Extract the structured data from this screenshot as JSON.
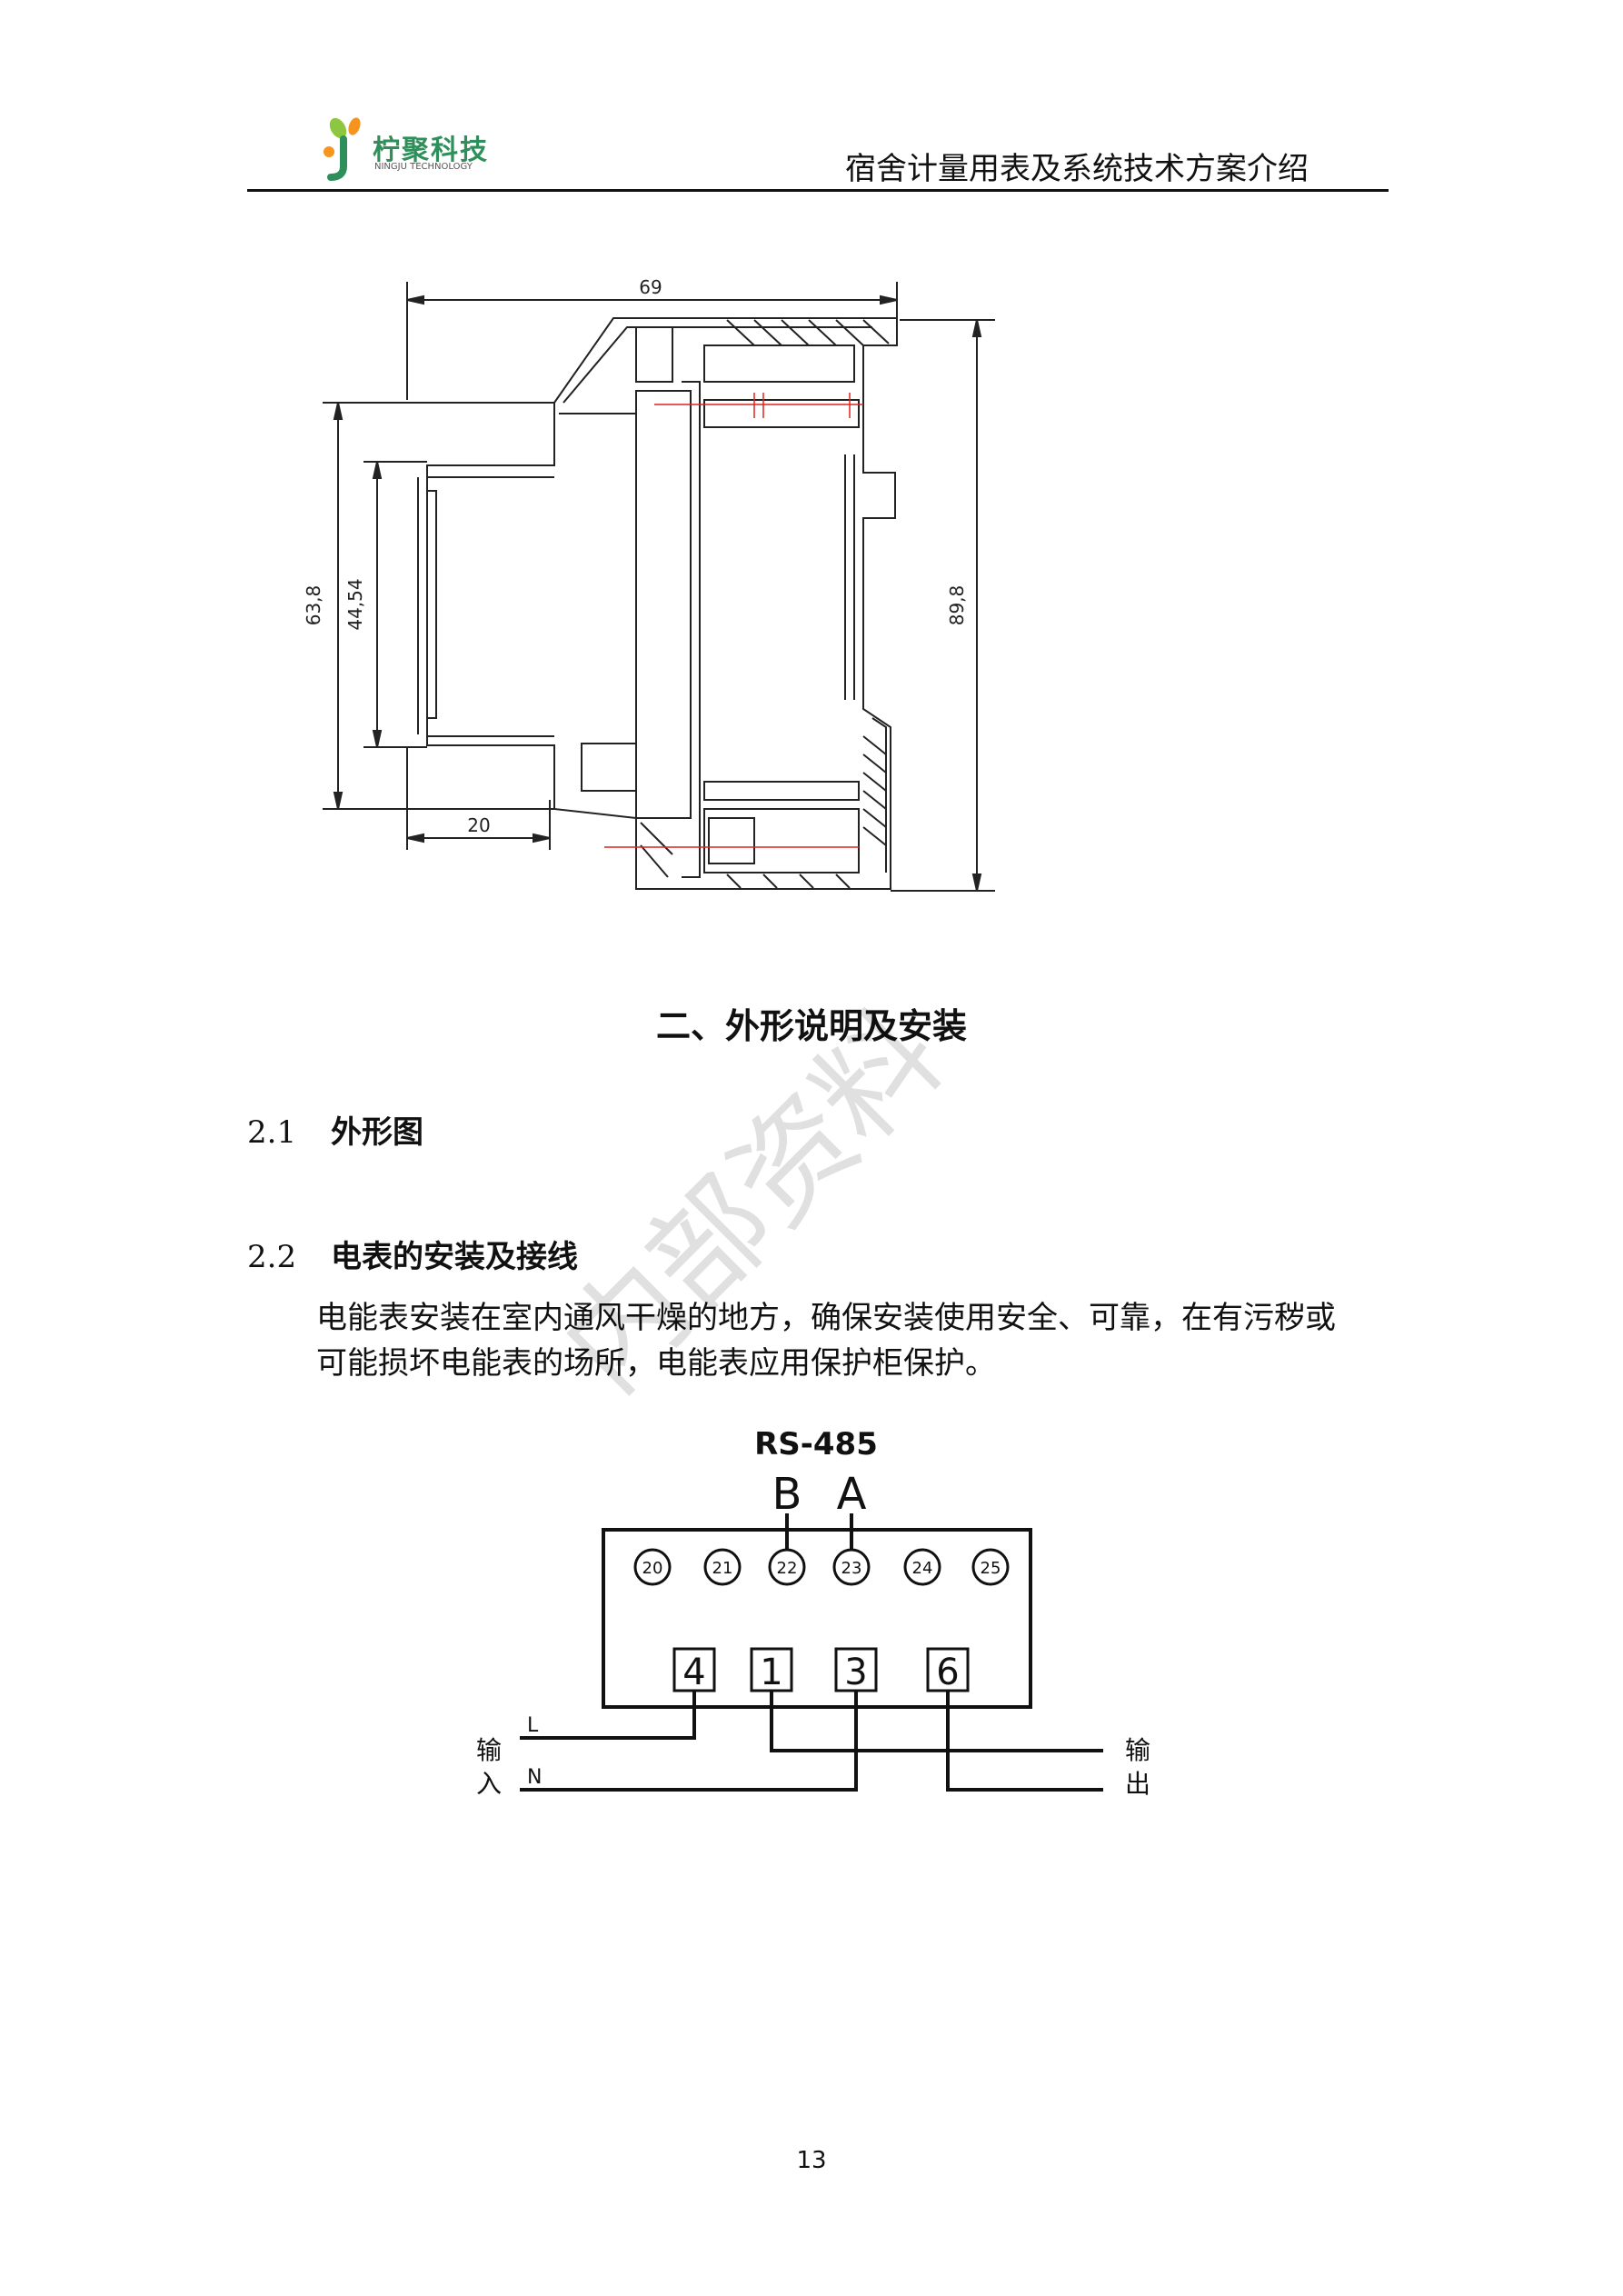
{
  "header": {
    "logo_text": "柠聚科技",
    "logo_subtext": "NINGJU TECHNOLOGY",
    "title": "宿舍计量用表及系统技术方案介绍"
  },
  "drawing": {
    "dim_width": "69",
    "dim_bottom": "20",
    "dim_left_outer": "63,8",
    "dim_left_inner": "44,54",
    "dim_right": "89,8"
  },
  "section": {
    "title": "二、外形说明及安装"
  },
  "subsections": [
    {
      "number": "2.1",
      "title": "外形图"
    },
    {
      "number": "2.2",
      "title": "电表的安装及接线"
    }
  ],
  "paragraph": {
    "line1": "电能表安装在室内通风干燥的地方，确保安装使用安全、可靠，在有污秽或",
    "line2": "可能损坏电能表的场所，电能表应用保护柜保护。"
  },
  "wiring": {
    "bus_label": "RS-485",
    "b_label": "B",
    "a_label": "A",
    "terminals_top": [
      "20",
      "21",
      "22",
      "23",
      "24",
      "25"
    ],
    "terminals_bottom": [
      "4",
      "1",
      "3",
      "6"
    ],
    "line_l": "L",
    "line_n": "N",
    "input_1": "输",
    "input_2": "入",
    "output_1": "输",
    "output_2": "出"
  },
  "watermark": "内部资料",
  "page_number": "13"
}
